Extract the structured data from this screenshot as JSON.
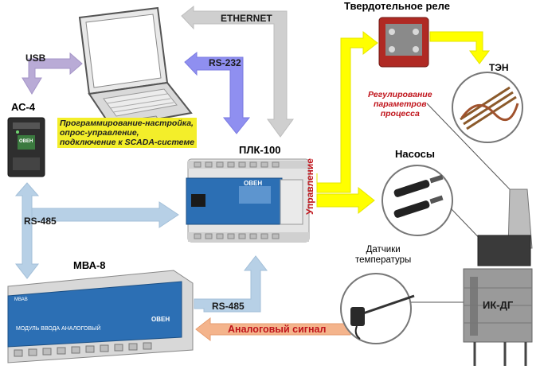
{
  "labels": {
    "ethernet": "ETHERNET",
    "usb": "USB",
    "rs232": "RS-232",
    "ac4": "АС-4",
    "plk100": "ПЛК-100",
    "solid_state_relay": "Твердотельное реле",
    "ten": "ТЭН",
    "pumps": "Насосы",
    "temp_sensors_line1": "Датчики",
    "temp_sensors_line2": "температуры",
    "rs485_left": "RS-485",
    "rs485_bottom": "RS-485",
    "mva8": "МВА-8",
    "analog_signal": "Аналоговый сигнал",
    "control": "Управление",
    "ikdg": "ИК-ДГ",
    "regulation_line1": "Регулирование",
    "regulation_line2": "параметров",
    "regulation_line3": "процесса",
    "programming_line1": "Программирование-настройка,",
    "programming_line2": "опрос-управление,",
    "programming_line3": "подключение к SCADA-системе",
    "mva8_panel_title": "МВАВ",
    "mva8_panel_caption": "МОДУЛЬ ВВОДА АНАЛОГОВЫЙ",
    "mva8_brand": "ОВЕН",
    "plk_brand": "ОВЕН",
    "ac4_brand": "ОВЕН"
  },
  "colors": {
    "ethernet_arrow": "#cfcfcf",
    "usb_arrow": "#b9abd6",
    "rs232_arrow": "#8f8ff0",
    "rs485_arrow": "#b7d0e6",
    "control_arrow": "#ffff00",
    "analog_arrow": "#f4b48c",
    "red_text": "#c0141b"
  }
}
